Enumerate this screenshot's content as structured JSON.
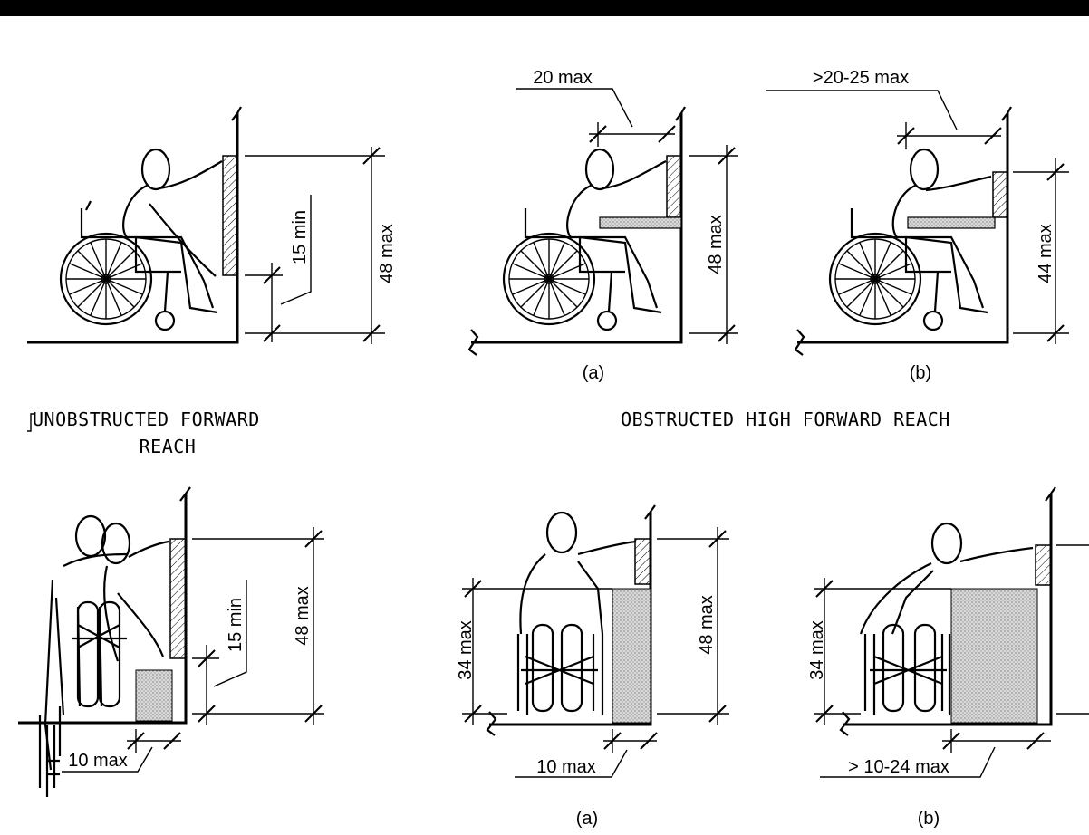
{
  "figures": {
    "unobstructed_forward": {
      "dim_vertical": "48 max",
      "dim_low": "15 min",
      "caption_line1": "UNOBSTRUCTED FORWARD",
      "caption_line2": "REACH"
    },
    "obstructed_high_forward": {
      "caption": "OBSTRUCTED HIGH FORWARD REACH",
      "a": {
        "sub_label": "(a)",
        "dim_depth": "20 max",
        "dim_vertical": "48 max"
      },
      "b": {
        "sub_label": "(b)",
        "dim_depth": ">20-25 max",
        "dim_vertical": "44 max"
      }
    },
    "unobstructed_side": {
      "dim_vertical": "48 max",
      "dim_low": "15 min",
      "dim_depth": "10 max"
    },
    "obstructed_side": {
      "a": {
        "sub_label": "(a)",
        "dim_counter": "34 max",
        "dim_vertical": "48 max",
        "dim_depth": "10 max"
      },
      "b": {
        "sub_label": "(b)",
        "dim_counter": "34 max",
        "dim_depth": "> 10-24 max"
      }
    }
  }
}
